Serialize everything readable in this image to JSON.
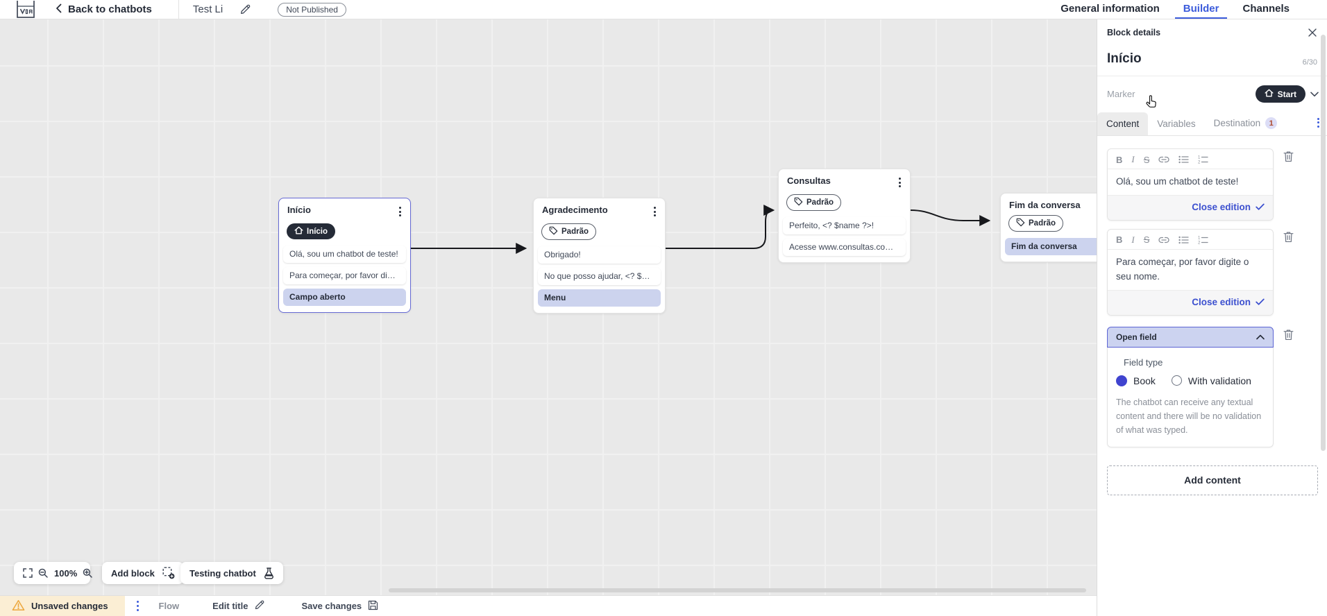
{
  "topbar": {
    "back_label": "Back to chatbots",
    "title": "Test Li",
    "status_badge": "Not Published",
    "tabs": [
      {
        "label": "General information",
        "active": false
      },
      {
        "label": "Builder",
        "active": true
      },
      {
        "label": "Channels",
        "active": false
      }
    ]
  },
  "panel": {
    "header": "Block details",
    "block_title": "Início",
    "char_counter": "6/30",
    "marker_label": "Marker",
    "marker_value": "Start",
    "tabs": [
      {
        "label": "Content",
        "active": true
      },
      {
        "label": "Variables",
        "active": false
      },
      {
        "label": "Destination",
        "active": false,
        "badge": "1"
      }
    ],
    "editor_toolbar": {
      "bold": "B",
      "italic": "I",
      "strike": "S"
    },
    "editors": [
      {
        "text": "Olá, sou um chatbot de teste!",
        "close_label": "Close edition"
      },
      {
        "text": "Para começar, por favor digite o seu nome.",
        "close_label": "Close edition"
      }
    ],
    "open_field": {
      "title": "Open field",
      "field_type_label": "Field type",
      "options": [
        {
          "label": "Book",
          "selected": true
        },
        {
          "label": "With validation",
          "selected": false
        }
      ],
      "description": "The chatbot can receive any textual content and there will be no validation of what was typed."
    },
    "add_content_label": "Add content"
  },
  "canvas": {
    "blocks": [
      {
        "title": "Início",
        "pill": "Início",
        "pill_type": "start",
        "selected": true,
        "items": [
          {
            "text": "Olá, sou um chatbot de teste!",
            "type": "message"
          },
          {
            "text": "Para começar, por favor digite o ...",
            "type": "message"
          },
          {
            "text": "Campo aberto",
            "type": "action"
          }
        ]
      },
      {
        "title": "Agradecimento",
        "pill": "Padrão",
        "pill_type": "default",
        "selected": false,
        "items": [
          {
            "text": "Obrigado!",
            "type": "message"
          },
          {
            "text": "No que posso ajudar, <? $name ...",
            "type": "message"
          },
          {
            "text": "Menu",
            "type": "action"
          }
        ]
      },
      {
        "title": "Consultas",
        "pill": "Padrão",
        "pill_type": "default",
        "selected": false,
        "items": [
          {
            "text": "Perfeito, <? $name ?>!",
            "type": "message"
          },
          {
            "text": "Acesse www.consultas.com par...",
            "type": "message"
          }
        ]
      },
      {
        "title": "Fim da conversa",
        "pill": "Padrão",
        "pill_type": "default",
        "selected": false,
        "items": [
          {
            "text": "Fim da conversa",
            "type": "action"
          }
        ]
      }
    ],
    "toolbar": {
      "zoom_level": "100%",
      "add_block_label": "Add block",
      "testing_label": "Testing chatbot"
    }
  },
  "statusbar": {
    "unsaved_label": "Unsaved changes",
    "flow_label": "Flow",
    "edit_title_label": "Edit title",
    "save_label": "Save changes"
  },
  "colors": {
    "accent": "#3b5bdb",
    "dark": "#252b37",
    "lavender": "#ccd3ee",
    "selected_border": "#6569d4",
    "badge_bg": "#dcddf6",
    "badge_text": "#ae4a2d",
    "close_edition": "#3c50cf",
    "warning_bg": "#fbeed4",
    "warning_icon": "#eda73c"
  }
}
